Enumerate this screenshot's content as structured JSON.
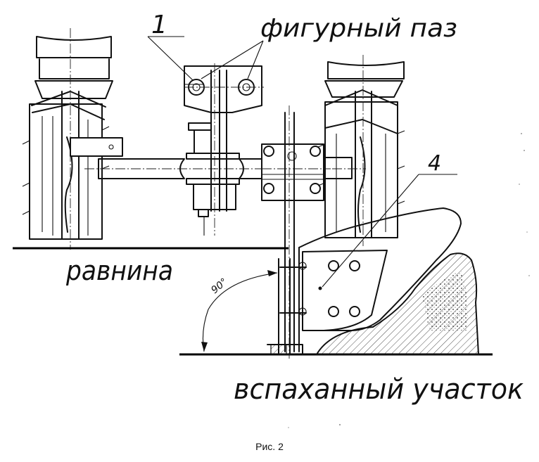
{
  "labels": {
    "part_number_1": "1",
    "part_number_4": "4",
    "figured_groove": "фигурный паз",
    "plain": "равнина",
    "plowed_area": "вспаханный участок",
    "angle": "90°"
  },
  "caption": "Рис. 2"
}
